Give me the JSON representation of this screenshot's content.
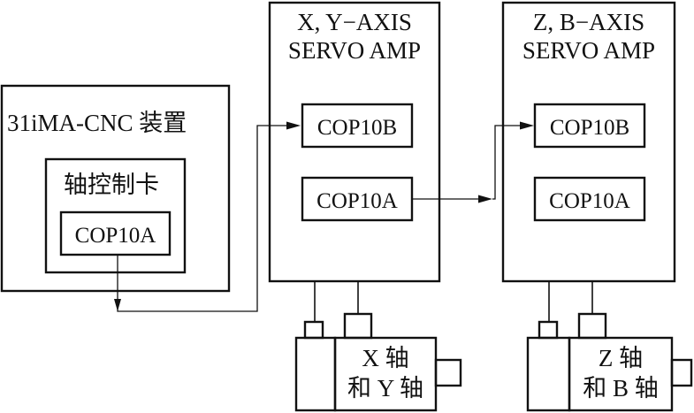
{
  "cnc": {
    "title": "31iMA-CNC 装置",
    "axis_card": {
      "title": "轴控制卡",
      "port": "COP10A"
    }
  },
  "amp_xy": {
    "title_line1": "X, Y−AXIS",
    "title_line2": "SERVO AMP",
    "port_in": "COP10B",
    "port_out": "COP10A",
    "motor_line1": "X 轴",
    "motor_line2": "和 Y 轴"
  },
  "amp_zb": {
    "title_line1": "Z, B−AXIS",
    "title_line2": "SERVO AMP",
    "port_in": "COP10B",
    "port_out": "COP10A",
    "motor_line1": "Z 轴",
    "motor_line2": "和 B 轴"
  }
}
